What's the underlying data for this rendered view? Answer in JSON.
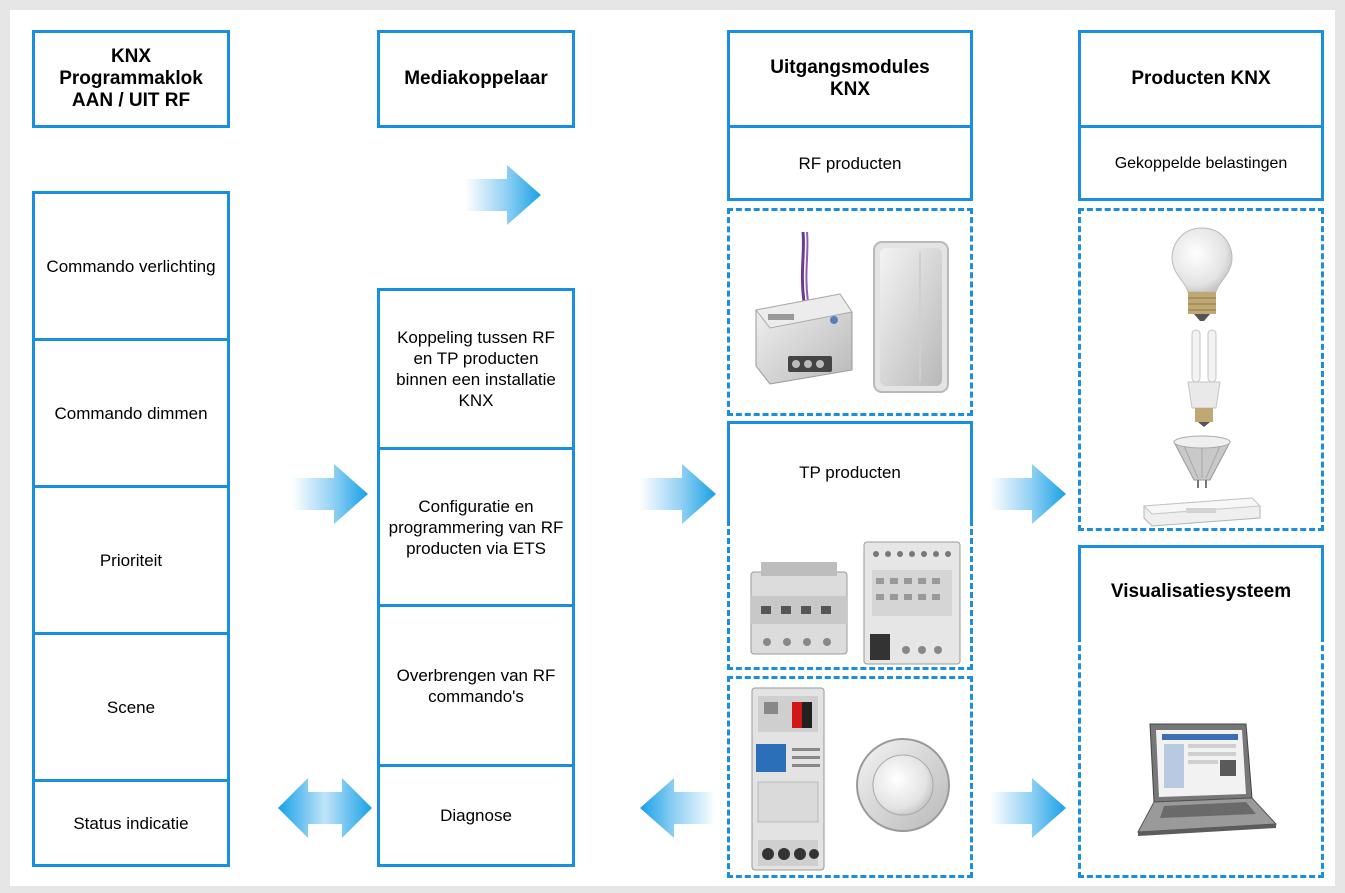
{
  "columns": {
    "col1": {
      "title": "KNX\nProgrammaklok\nAAN / UIT RF",
      "items": [
        "Commando verlichting",
        "Commando dimmen",
        "Prioriteit",
        "Scene",
        "Status indicatie"
      ]
    },
    "col2": {
      "title": "Mediakoppelaar",
      "items": [
        "Koppeling tussen RF en TP producten binnen een installatie KNX",
        "Configuratie en programmering van RF producten via ETS",
        "Overbrengen van RF commando's",
        "Diagnose"
      ]
    },
    "col3": {
      "title": "Uitgangsmodules\nKNX",
      "rf_label": "RF producten",
      "tp_label": "TP producten"
    },
    "col4": {
      "title": "Producten KNX",
      "loads_label": "Gekoppelde belastingen",
      "vis_title": "Visualisatiesysteem"
    }
  },
  "colors": {
    "accent": "#1a8fe0",
    "arrow_light": "#cfeaf9",
    "arrow_dark": "#1aa3e8"
  },
  "icons": [
    "arrow-right-icon",
    "arrow-left-icon",
    "arrow-double-icon",
    "lamp-bulb-icon",
    "energy-saving-bulb-icon",
    "halogen-spot-icon",
    "transformer-icon",
    "laptop-icon",
    "rf-actuator-module-icon",
    "rf-wall-transmitter-icon",
    "din-rail-actuator-icon",
    "media-coupler-din-icon",
    "round-sensor-icon"
  ]
}
